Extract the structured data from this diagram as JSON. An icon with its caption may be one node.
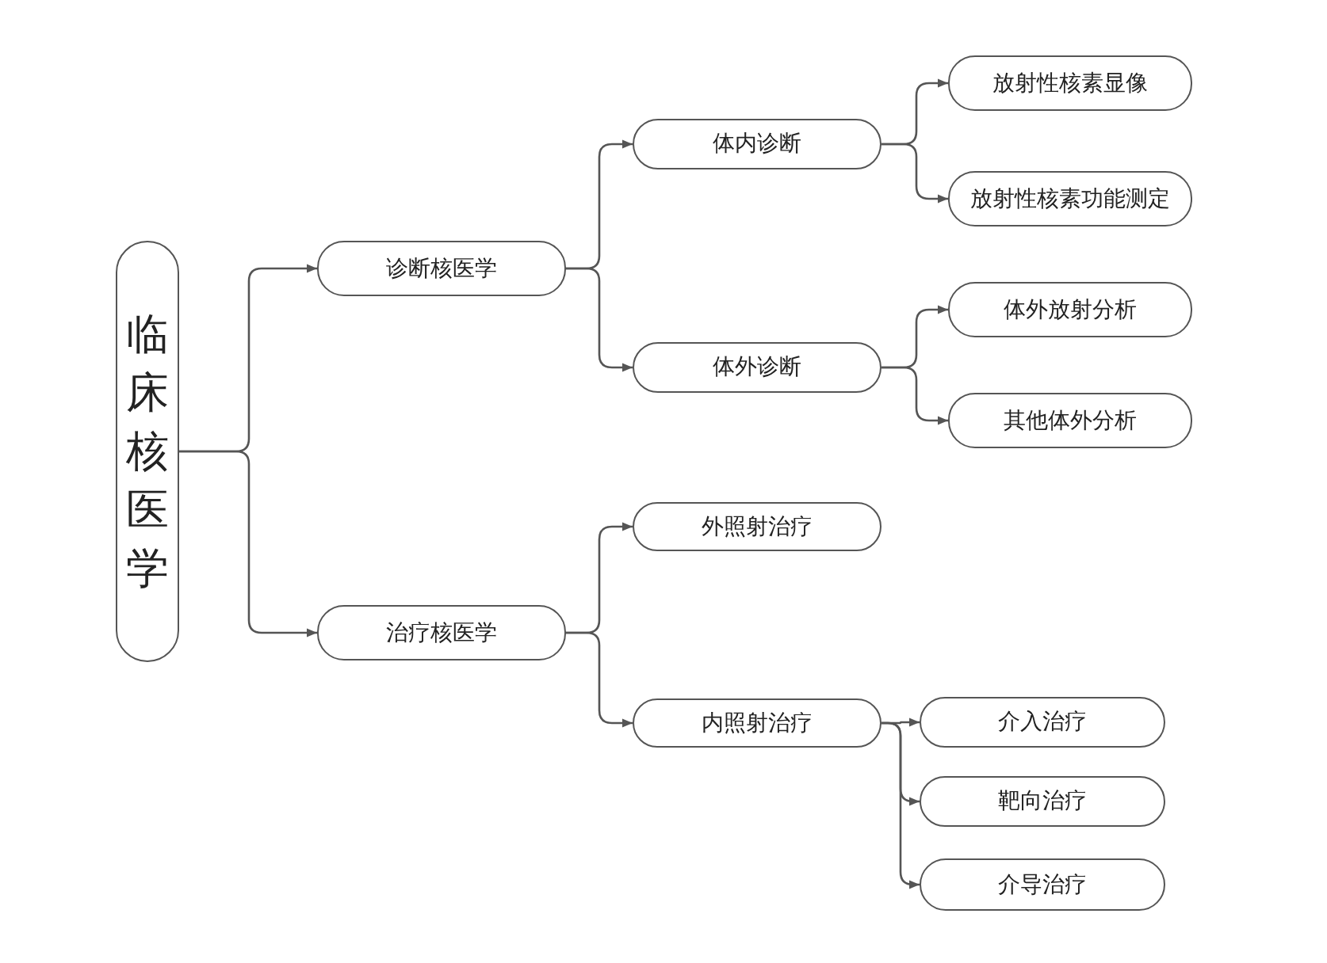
{
  "diagram": {
    "nodes": [
      {
        "text": [
          "临床核医学"
        ]
      },
      {
        "text": [
          "诊断核医学"
        ]
      },
      {
        "text": [
          "治疗核医学"
        ]
      },
      {
        "text": [
          "体内诊断"
        ]
      },
      {
        "text": [
          "体外诊断"
        ]
      },
      {
        "text": [
          "放射性核素显像"
        ]
      },
      {
        "text": [
          "放射性核素功能测定"
        ]
      },
      {
        "text": [
          "体外放射分析"
        ]
      },
      {
        "text": [
          "其他体外分析"
        ]
      },
      {
        "text": [
          "外照射治疗"
        ]
      },
      {
        "text": [
          "内照射治疗"
        ]
      },
      {
        "text": [
          "介入治疗"
        ]
      },
      {
        "text": [
          "靶向治疗"
        ]
      },
      {
        "text": [
          "介导治疗"
        ]
      }
    ],
    "edges": [
      {
        "from": 0,
        "to": 1,
        "arrow": "to"
      },
      {
        "from": 0,
        "to": 2,
        "arrow": "to"
      },
      {
        "from": 1,
        "to": 3,
        "arrow": "to"
      },
      {
        "from": 1,
        "to": 4,
        "arrow": "to"
      },
      {
        "from": 3,
        "to": 5,
        "arrow": "to"
      },
      {
        "from": 3,
        "to": 6,
        "arrow": "to"
      },
      {
        "from": 4,
        "to": 7,
        "arrow": "to"
      },
      {
        "from": 4,
        "to": 8,
        "arrow": "to"
      },
      {
        "from": 2,
        "to": 9,
        "arrow": "to"
      },
      {
        "from": 2,
        "to": 10,
        "arrow": "to"
      },
      {
        "from": 10,
        "to": 11,
        "arrow": "to"
      },
      {
        "from": 10,
        "to": 12,
        "arrow": "to"
      },
      {
        "from": 10,
        "to": 13,
        "arrow": "to"
      }
    ]
  }
}
